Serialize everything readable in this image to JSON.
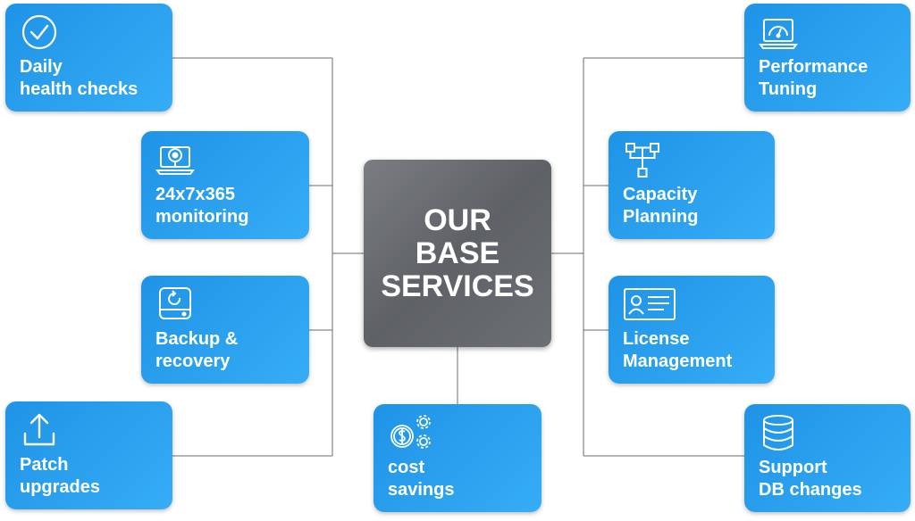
{
  "center": {
    "title": "OUR\nBASE\nSERVICES"
  },
  "services": {
    "daily_health": "Daily\nhealth checks",
    "monitoring": "24x7x365\nmonitoring",
    "backup": "Backup &\nrecovery",
    "patch": "Patch\nupgrades",
    "cost": "cost\nsavings",
    "performance": "Performance\nTuning",
    "capacity": "Capacity\nPlanning",
    "license": "License\nManagement",
    "support_db": "Support\nDB changes"
  },
  "colors": {
    "card": "#2ea3ef",
    "center": "#65686d",
    "connector": "#6b6b6b"
  }
}
